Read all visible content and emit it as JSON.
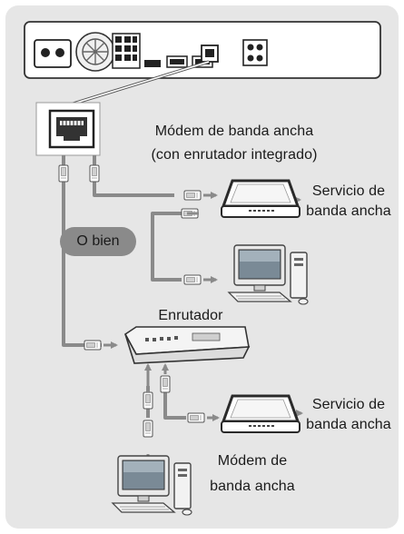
{
  "labels": {
    "modem_main_line1": "Módem de banda ancha",
    "modem_main_line2": "(con enrutador integrado)",
    "service_top_line1": "Servicio de",
    "service_top_line2": "banda ancha",
    "or_badge": "O bien",
    "router": "Enrutador",
    "service_bottom_line1": "Servicio de",
    "service_bottom_line2": "banda ancha",
    "modem_bottom_line1": "Módem de",
    "modem_bottom_line2": "banda ancha"
  },
  "colors": {
    "panel_bg": "#e6e6e6",
    "cable": "#8a8a8a",
    "device_dark": "#2a2a2a",
    "device_light": "#f4f4f4"
  }
}
